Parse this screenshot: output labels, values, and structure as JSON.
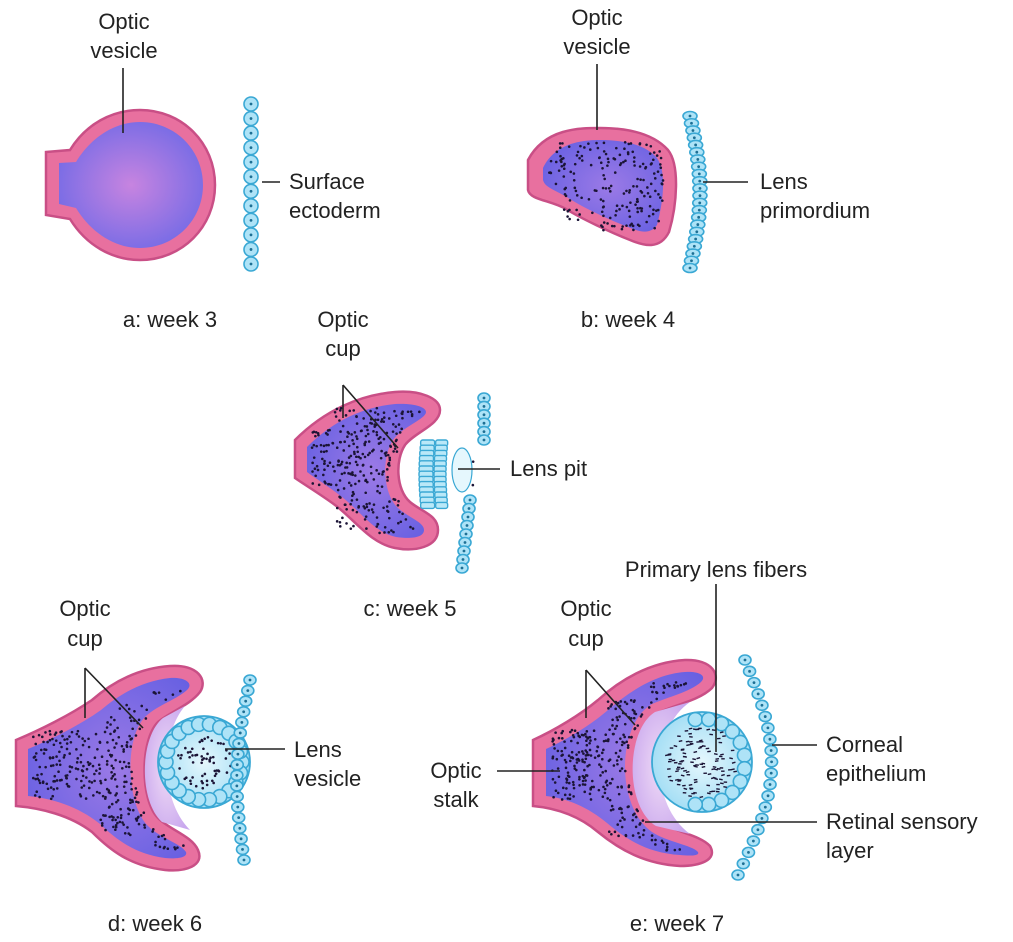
{
  "colors": {
    "vesicle_outer": "#e8709f",
    "vesicle_inner_center": "#c07ee0",
    "vesicle_inner_edge": "#6f69e6",
    "cell_fill": "#aee3f7",
    "cell_stroke": "#3aa8d4",
    "dots": "#1b1436",
    "leader_lines": "#222222"
  },
  "panels": {
    "a": {
      "caption": "a: week 3",
      "labels": {
        "optic_vesicle_1": "Optic",
        "optic_vesicle_2": "vesicle",
        "surface_ectoderm_1": "Surface",
        "surface_ectoderm_2": "ectoderm"
      }
    },
    "b": {
      "caption": "b: week 4",
      "labels": {
        "optic_vesicle_1": "Optic",
        "optic_vesicle_2": "vesicle",
        "lens_primordium_1": "Lens",
        "lens_primordium_2": "primordium"
      }
    },
    "c": {
      "caption": "c: week 5",
      "labels": {
        "optic_cup_1": "Optic",
        "optic_cup_2": "cup",
        "lens_pit": "Lens pit"
      }
    },
    "d": {
      "caption": "d: week 6",
      "labels": {
        "optic_cup_1": "Optic",
        "optic_cup_2": "cup",
        "lens_vesicle_1": "Lens",
        "lens_vesicle_2": "vesicle"
      }
    },
    "e": {
      "caption": "e: week 7",
      "labels": {
        "primary_lens_fibers": "Primary lens fibers",
        "optic_cup_1": "Optic",
        "optic_cup_2": "cup",
        "optic_stalk_1": "Optic",
        "optic_stalk_2": "stalk",
        "corneal_epithelium_1": "Corneal",
        "corneal_epithelium_2": "epithelium",
        "retinal_sensory_layer_1": "Retinal sensory",
        "retinal_sensory_layer_2": "layer"
      }
    }
  }
}
